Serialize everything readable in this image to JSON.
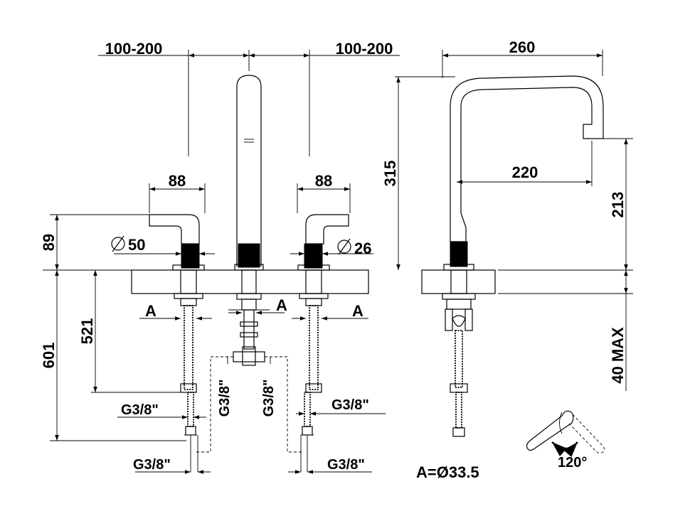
{
  "dimensions": {
    "spread_left": "100-200",
    "spread_right": "100-200",
    "handle_width_left": "88",
    "handle_width_right": "88",
    "diameter_left": "50",
    "diameter_right": "26",
    "above_deck": "89",
    "below_deck_total": "601",
    "below_deck_hose": "521",
    "section_mark": "A",
    "thread_left_upper": "G3/8\"",
    "thread_left_lower": "G3/8\"",
    "thread_center_left": "G3/8\"",
    "thread_center_right": "G3/8\"",
    "thread_right_upper": "G3/8\"",
    "thread_right_lower": "G3/8\"",
    "reach": "260",
    "height": "315",
    "spout_reach": "220",
    "spout_height": "213",
    "deck_thickness": "40 MAX",
    "hole_note": "A=Ø33.5",
    "rotation": "120°"
  },
  "icons": {
    "diameter_symbol": "diameter-icon",
    "rotation_symbol": "rotation-arrow-icon"
  },
  "colors": {
    "line": "#000000",
    "background": "#ffffff"
  }
}
